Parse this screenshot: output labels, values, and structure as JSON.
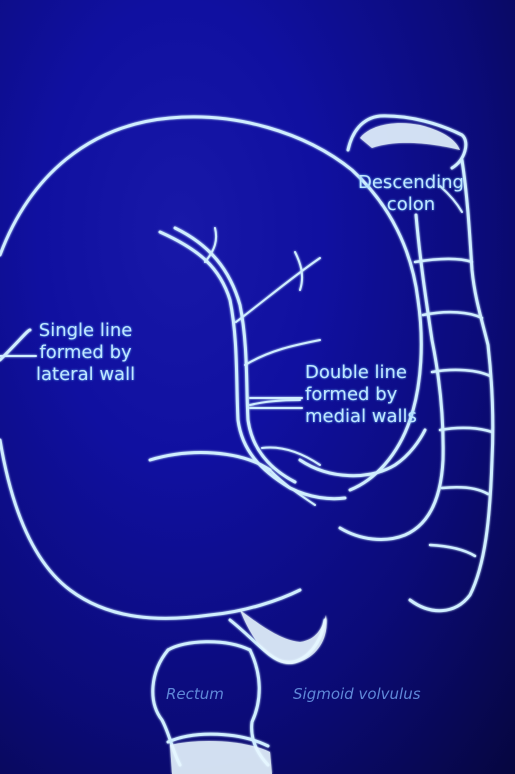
{
  "labels": {
    "descending_colon": [
      "Descending",
      "colon"
    ],
    "single_line": [
      "Single line",
      "formed by",
      "lateral wall"
    ],
    "double_line": [
      "Double line",
      "formed by",
      "medial walls"
    ],
    "rectum": "Rectum",
    "sigmoid": "Sigmoid volvulus"
  },
  "colors": {
    "background": "#1010a0",
    "outline": "#cfeeff",
    "text": "#bfe6ff"
  }
}
